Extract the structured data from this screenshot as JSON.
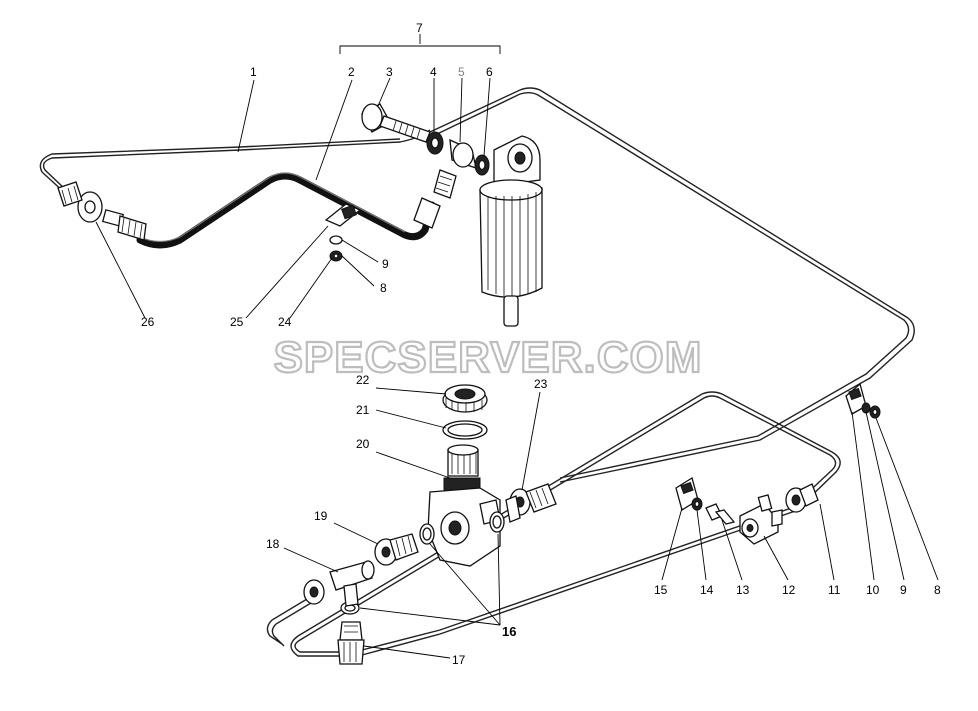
{
  "watermark": "SPECSERVER.COM",
  "callouts": {
    "c1": "1",
    "c2": "2",
    "c3": "3",
    "c4": "4",
    "c5": "5",
    "c6": "6",
    "c7": "7",
    "c8a": "8",
    "c9a": "9",
    "c24": "24",
    "c25": "25",
    "c26": "26",
    "c22": "22",
    "c21": "21",
    "c20": "20",
    "c23": "23",
    "c19": "19",
    "c18": "18",
    "c16": "16",
    "c17": "17",
    "c15": "15",
    "c14": "14",
    "c13": "13",
    "c12": "12",
    "c11": "11",
    "c10": "10",
    "c9b": "9",
    "c8b": "8"
  },
  "colors": {
    "line": "#111111",
    "callout_5": "#808080",
    "watermark_outline": "#bdbdbd"
  }
}
